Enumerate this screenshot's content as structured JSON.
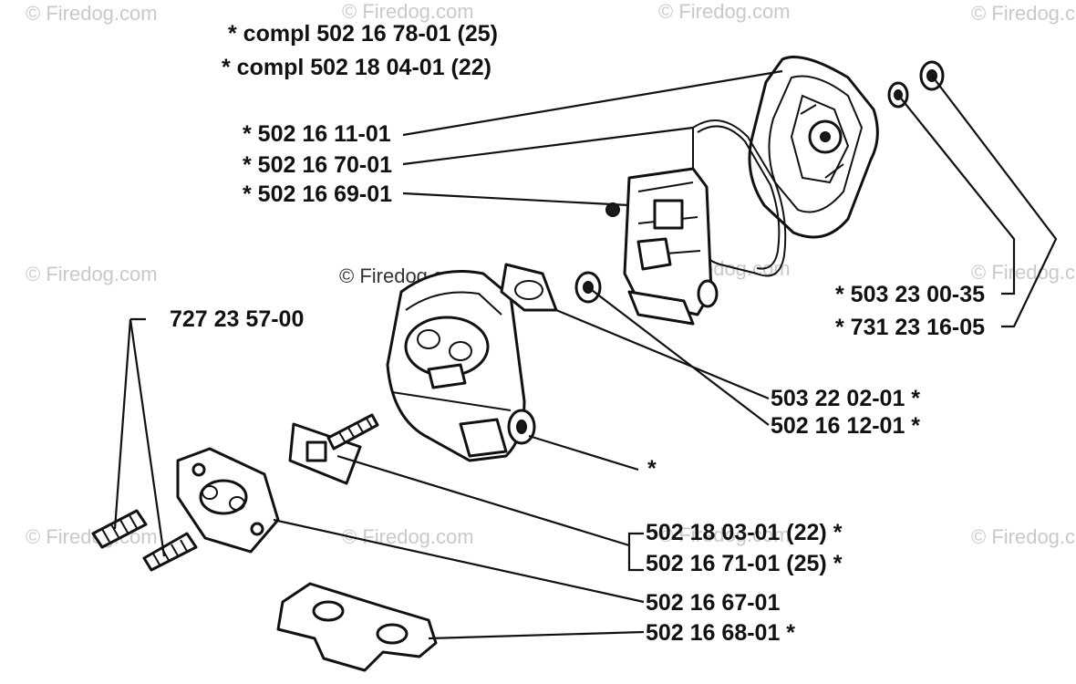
{
  "watermark": "© Firedog.com",
  "labels": {
    "compl_25": "* compl 502 16 78-01 (25)",
    "compl_22": "*  compl 502 18 04-01 (22)",
    "p_161101": "*  502 16 11-01",
    "p_167001": "*  502 16 70-01",
    "p_166901": "*  502 16 69-01",
    "p_7272357": "727 23 57-00",
    "p_5032300": "*  503 23 00-35",
    "p_7312316": "*  731 23 16-05",
    "p_5032202": "503 22 02-01  *",
    "p_5021612": "502 16 12-01  *",
    "p_star": "*",
    "p_5021803": "502 18 03-01 (22)  *",
    "p_5021671": "502 16 71-01 (25)  *",
    "p_5021667": "502 16 67-01",
    "p_5021668": "502 16 68-01  *"
  }
}
